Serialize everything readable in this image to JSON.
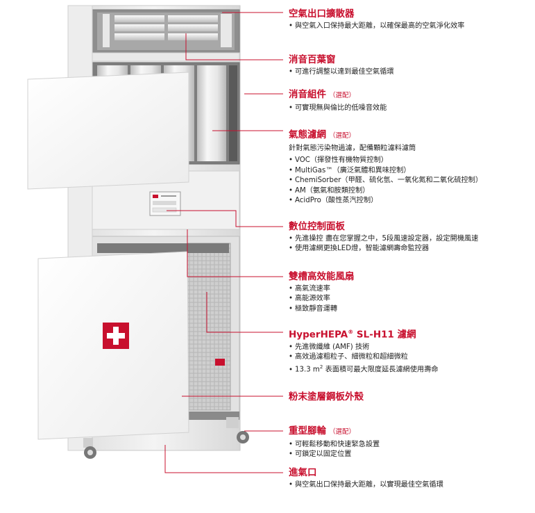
{
  "callouts": [
    {
      "id": "outlet-diffuser",
      "title": "空氣出口擴散器",
      "optional": "",
      "items": [
        "與空氣入口保持最大距離，以確保最高的空氣淨化效率"
      ]
    },
    {
      "id": "louvres",
      "title": "消音百葉窗",
      "optional": "",
      "items": [
        "可進行調整以達到最佳空氣循環"
      ]
    },
    {
      "id": "silencer",
      "title": "消音組件",
      "optional": "（選配）",
      "items": [
        "可實現無與倫比的低噪音效能"
      ]
    },
    {
      "id": "gas-filter",
      "title": "氣態濾網",
      "optional": "（選配）",
      "intro": "針對氣態污染物過濾，配備顆粒濾料濾筒",
      "items": [
        "VOC（揮發性有機物質控制）",
        "MultiGas™（廣泛氣體和異味控制）",
        "ChemiSorber（甲醛、硫化氫、一氧化氮和二氧化硫控制）",
        "AM（氨氣和胺類控制）",
        "AcidPro（酸性蒸汽控制）"
      ]
    },
    {
      "id": "control-panel",
      "title": "數位控制面板",
      "optional": "",
      "items": [
        "先進操控 盡在您掌握之中，5段風速設定器，設定開機風速",
        "使用濾網更換LED燈，智能濾網壽命監控器"
      ]
    },
    {
      "id": "fans",
      "title": "雙槽高效能風扇",
      "optional": "",
      "items": [
        "高氣流速率",
        "高能源效率",
        "極致靜音運轉"
      ]
    },
    {
      "id": "hepa",
      "title": "HyperHEPA",
      "title_sup": "®",
      "title_rest": " SL-H11  濾網",
      "optional": "",
      "items": [
        "先進微纖維 (AMF) 技術",
        "高效過濾粗粒子、細微粒和超細微粒"
      ],
      "item_area": {
        "prefix": "13.3 m",
        "sup": "2",
        "rest": " 表面積可最大限度延長濾網使用壽命"
      }
    },
    {
      "id": "housing",
      "title": "粉末塗層鋼板外殼",
      "optional": "",
      "items": []
    },
    {
      "id": "castors",
      "title": "重型腳輪",
      "optional": "（選配）",
      "items": [
        "可輕鬆移動和快速緊急設置",
        "可鎖定以固定位置"
      ]
    },
    {
      "id": "inlet",
      "title": "進氣口",
      "optional": "",
      "items": [
        "與空氣出口保持最大距離，以實現最佳空氣循環"
      ]
    }
  ],
  "colors": {
    "accent": "#c8102e",
    "text": "#222222"
  },
  "bullet": "•"
}
